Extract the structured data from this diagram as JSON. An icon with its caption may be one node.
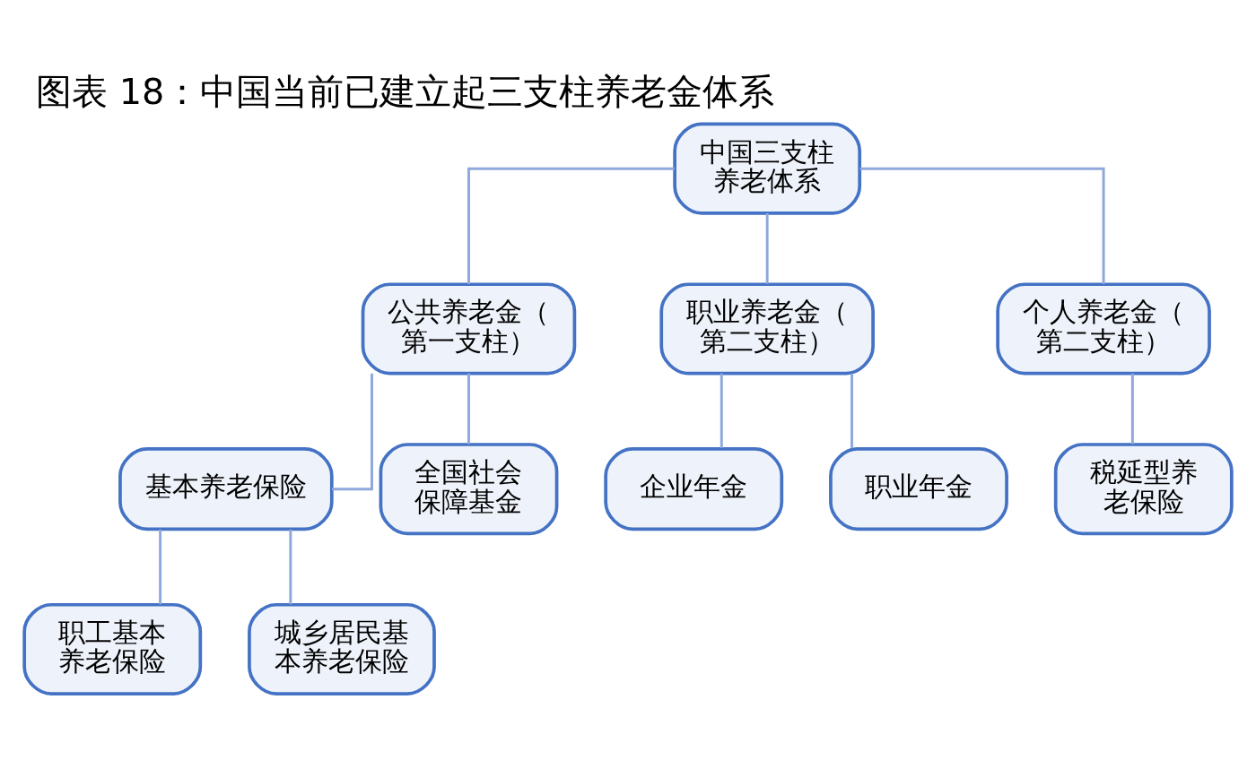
{
  "diagram": {
    "title": "图表 18：中国当前已建立起三支柱养老金体系",
    "nodes": [
      {
        "text": [
          "中国三支柱养老体系"
        ]
      },
      {
        "text": [
          "公共养老金（第一支柱）"
        ]
      },
      {
        "text": [
          "职业养老金（第二支柱）"
        ]
      },
      {
        "text": [
          "个人养老金（第二支柱）"
        ]
      },
      {
        "text": [
          "基本养老保险"
        ]
      },
      {
        "text": [
          "全国社会保障基金"
        ]
      },
      {
        "text": [
          "企业年金"
        ]
      },
      {
        "text": [
          "职业年金"
        ]
      },
      {
        "text": [
          "税延型养老保险"
        ]
      },
      {
        "text": [
          "职工基本养老保险"
        ]
      },
      {
        "text": [
          "城乡居民基本养老保险"
        ]
      }
    ],
    "edges": [
      {
        "from": 0,
        "to": 1,
        "arrow": "none"
      },
      {
        "from": 0,
        "to": 2,
        "arrow": "none"
      },
      {
        "from": 0,
        "to": 3,
        "arrow": "none"
      },
      {
        "from": 1,
        "to": 4,
        "arrow": "none"
      },
      {
        "from": 1,
        "to": 5,
        "arrow": "none"
      },
      {
        "from": 2,
        "to": 6,
        "arrow": "none"
      },
      {
        "from": 2,
        "to": 7,
        "arrow": "none"
      },
      {
        "from": 3,
        "to": 8,
        "arrow": "none"
      },
      {
        "from": 4,
        "to": 9,
        "arrow": "none"
      },
      {
        "from": 4,
        "to": 10,
        "arrow": "none"
      }
    ]
  }
}
